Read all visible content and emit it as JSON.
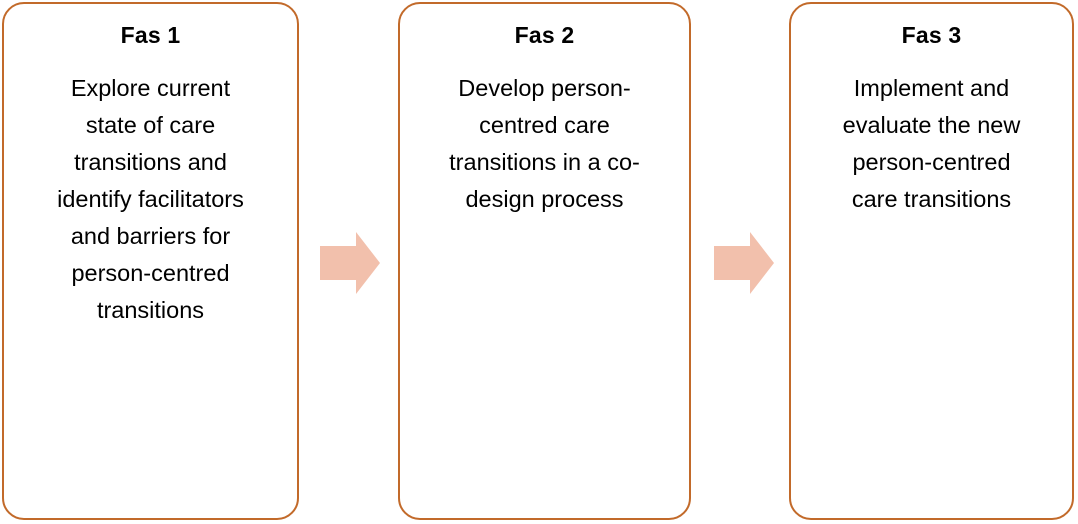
{
  "diagram": {
    "type": "process-flow",
    "orientation": "horizontal",
    "colors": {
      "box_border": "#C26A2A",
      "box_fill": "#FFFFFF",
      "arrow_fill": "#F2C0AC",
      "text": "#000000"
    },
    "phases": [
      {
        "id": "phase-1",
        "title": "Fas 1",
        "body": "Explore current\nstate of care\ntransitions and\nidentify facilitators\nand barriers for\nperson-centred\ntransitions"
      },
      {
        "id": "phase-2",
        "title": "Fas 2",
        "body": "Develop person-\ncentred care\ntransitions in a co-\ndesign process"
      },
      {
        "id": "phase-3",
        "title": "Fas 3",
        "body": "Implement and\nevaluate the new\nperson-centred\ncare transitions"
      }
    ],
    "connectors": [
      {
        "id": "arrow-1",
        "icon": "arrow-right-icon",
        "from": "phase-1",
        "to": "phase-2"
      },
      {
        "id": "arrow-2",
        "icon": "arrow-right-icon",
        "from": "phase-2",
        "to": "phase-3"
      }
    ]
  }
}
